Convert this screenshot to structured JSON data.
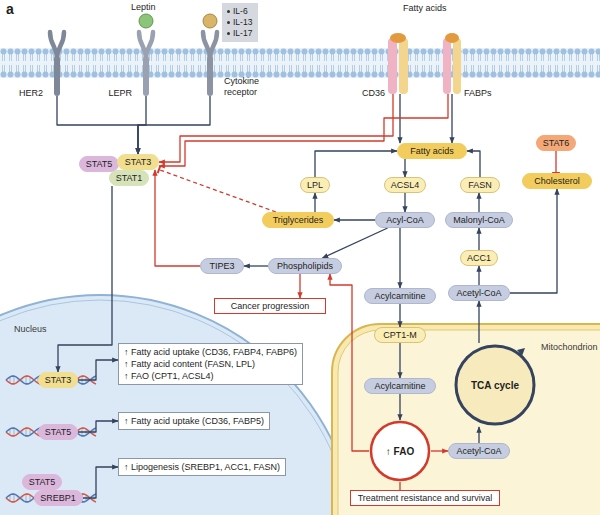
{
  "diagram": {
    "nodes": [
      {
        "text": [
          "HER2"
        ]
      },
      {
        "text": [
          "LEPR"
        ]
      },
      {
        "text": [
          "Cytokine receptor"
        ]
      },
      {
        "text": [
          "IL-6",
          "IL-13",
          "IL-17"
        ]
      },
      {
        "text": [
          "CD36"
        ]
      },
      {
        "text": [
          "FABPs"
        ]
      },
      {
        "text": [
          "STAT5"
        ]
      },
      {
        "text": [
          "STAT3"
        ]
      },
      {
        "text": [
          "STAT1"
        ]
      },
      {
        "text": [
          "Fatty acids"
        ]
      },
      {
        "text": [
          "STAT6"
        ]
      },
      {
        "text": [
          "LPL"
        ]
      },
      {
        "text": [
          "ACSL4"
        ]
      },
      {
        "text": [
          "FASN"
        ]
      },
      {
        "text": [
          "Cholesterol"
        ]
      },
      {
        "text": [
          "Triglycerides"
        ]
      },
      {
        "text": [
          "Acyl-CoA"
        ]
      },
      {
        "text": [
          "Malonyl-CoA"
        ]
      },
      {
        "text": [
          "TIPE3"
        ]
      },
      {
        "text": [
          "Phospholipids"
        ]
      },
      {
        "text": [
          "ACC1"
        ]
      },
      {
        "text": [
          "Acylcarnitine"
        ]
      },
      {
        "text": [
          "Acetyl-CoA"
        ]
      },
      {
        "text": [
          "Cancer progression"
        ]
      },
      {
        "text": [
          "Nucleus"
        ]
      },
      {
        "text": [
          "STAT3"
        ],
        "in": 24
      },
      {
        "text": [
          "↑ Fatty acid uptake (CD36, FABP4, FABP6)",
          "↑ Fatty acid content (FASN, LPL)",
          "↑ FAO (CPT1, ACSL4)"
        ],
        "in": 24
      },
      {
        "text": [
          "STAT5"
        ],
        "in": 24
      },
      {
        "text": [
          "↑ Fatty acid uptake (CD36, FABP5)"
        ],
        "in": 24
      },
      {
        "text": [
          "STAT5"
        ],
        "in": 24
      },
      {
        "text": [
          "SREBP1"
        ],
        "in": 24
      },
      {
        "text": [
          "↑ Lipogenesis (SREBP1, ACC1, FASN)"
        ],
        "in": 24
      },
      {
        "text": [
          "Mitochondrion"
        ]
      },
      {
        "text": [
          "CPT1-M"
        ],
        "in": 32
      },
      {
        "text": [
          "Acylcarnitine"
        ],
        "in": 32
      },
      {
        "text": [
          "TCA cycle"
        ],
        "in": 32
      },
      {
        "text": [
          "↑ FAO"
        ],
        "in": 32
      },
      {
        "text": [
          "Acetyl-CoA"
        ],
        "in": 32
      },
      {
        "text": [
          "Treatment resistance and survival"
        ]
      }
    ],
    "edges": [
      {
        "from": 0,
        "to": 7,
        "arrow": "to"
      },
      {
        "from": 1,
        "to": 7,
        "arrow": "to"
      },
      {
        "from": 2,
        "to": 7,
        "arrow": "to"
      },
      {
        "from": 4,
        "to": 9,
        "arrow": "to"
      },
      {
        "from": 5,
        "to": 9,
        "arrow": "to"
      },
      {
        "from": 4,
        "to": 7,
        "arrow": "to"
      },
      {
        "from": 5,
        "to": 7,
        "arrow": "to"
      },
      {
        "from": 8,
        "to": 25,
        "arrow": "to"
      },
      {
        "from": 25,
        "to": 26,
        "arrow": "to"
      },
      {
        "from": 27,
        "to": 28,
        "arrow": "to"
      },
      {
        "from": 30,
        "to": 31,
        "arrow": "to"
      },
      {
        "from": 9,
        "to": 12,
        "arrow": "to"
      },
      {
        "from": 11,
        "to": 9,
        "arrow": "to"
      },
      {
        "from": 13,
        "to": 9,
        "arrow": "to"
      },
      {
        "from": 12,
        "to": 16,
        "arrow": "to"
      },
      {
        "from": 16,
        "to": 15,
        "arrow": "to"
      },
      {
        "from": 15,
        "to": 11,
        "arrow": "to"
      },
      {
        "from": 16,
        "to": 19,
        "arrow": "to"
      },
      {
        "from": 16,
        "to": 21,
        "arrow": "to"
      },
      {
        "from": 19,
        "to": 18,
        "arrow": "to"
      },
      {
        "from": 18,
        "to": 7,
        "arrow": "to"
      },
      {
        "from": 15,
        "to": 7,
        "arrow": "to"
      },
      {
        "from": 21,
        "to": 33,
        "arrow": "to"
      },
      {
        "from": 33,
        "to": 34,
        "arrow": "to"
      },
      {
        "from": 34,
        "to": 36,
        "arrow": "to"
      },
      {
        "from": 36,
        "to": 37,
        "arrow": "to"
      },
      {
        "from": 37,
        "to": 35,
        "arrow": "to"
      },
      {
        "from": 35,
        "to": 22,
        "arrow": "to"
      },
      {
        "from": 22,
        "to": 20,
        "arrow": "to"
      },
      {
        "from": 20,
        "to": 17,
        "arrow": "to"
      },
      {
        "from": 17,
        "to": 13,
        "arrow": "to"
      },
      {
        "from": 22,
        "to": 14,
        "arrow": "to"
      },
      {
        "from": 10,
        "to": 14,
        "arrow": "to"
      },
      {
        "from": 36,
        "to": 19,
        "arrow": "to"
      },
      {
        "from": 19,
        "to": 23,
        "arrow": "to"
      },
      {
        "from": 36,
        "to": 38,
        "arrow": "none"
      }
    ],
    "labels": [
      "a",
      "Leptin",
      "Fatty acids"
    ]
  }
}
